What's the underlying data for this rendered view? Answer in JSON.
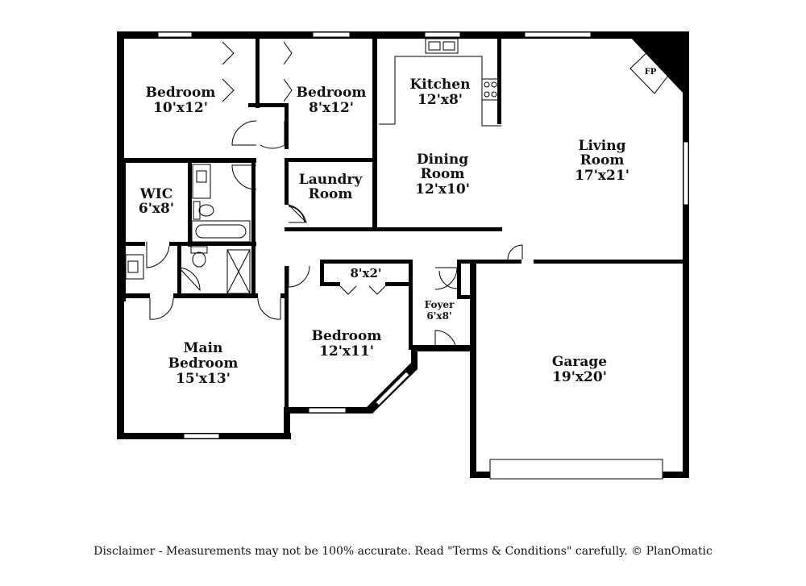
{
  "rooms": {
    "bedroom_nw": {
      "name": "Bedroom",
      "size": "10'x12'"
    },
    "bedroom_n": {
      "name": "Bedroom",
      "size": "8'x12'"
    },
    "kitchen": {
      "name": "Kitchen",
      "size": "12'x8'"
    },
    "dining": {
      "line1": "Dining",
      "line2": "Room",
      "size": "12'x10'"
    },
    "living": {
      "line1": "Living",
      "line2": "Room",
      "size": "17'x21'"
    },
    "fireplace": {
      "label": "FP"
    },
    "wic": {
      "name": "WIC",
      "size": "6'x8'"
    },
    "laundry": {
      "line1": "Laundry",
      "line2": "Room"
    },
    "closet": {
      "size": "8'x2'"
    },
    "foyer": {
      "name": "Foyer",
      "size": "6'x8'"
    },
    "bedroom_s": {
      "name": "Bedroom",
      "size": "12'x11'"
    },
    "main_bedroom": {
      "line1": "Main",
      "line2": "Bedroom",
      "size": "15'x13'"
    },
    "garage": {
      "name": "Garage",
      "size": "19'x20'"
    }
  },
  "disclaimer": "Disclaimer - Measurements may not be 100% accurate. Read \"Terms & Conditions\" carefully. © PlanOmatic"
}
